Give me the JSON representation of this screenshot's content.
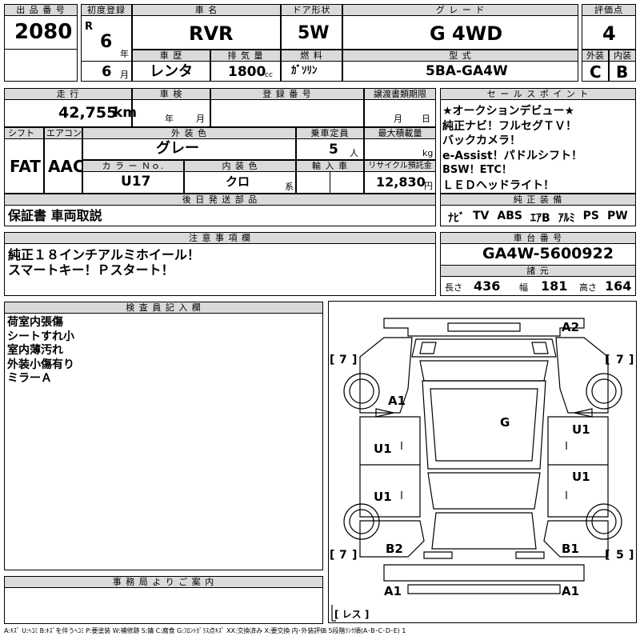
{
  "header": {
    "lot_label": "出 品 番 号",
    "lot_value": "2080",
    "first_reg_label": "初度登録",
    "era_mark": "R",
    "first_reg_year": "6",
    "year_unit": "年",
    "car_name_label": "車 名",
    "car_name": "RVR",
    "door_label": "ドア形状",
    "door_value": "5W",
    "grade_label": "グ レ ー ド",
    "grade_value": "G 4WD",
    "score_label": "評価点",
    "score_value": "4",
    "reg_month": "6",
    "month_unit": "月",
    "history_label": "車 歴",
    "history_value": "レンタ",
    "displacement_label": "排 気 量",
    "displacement_value": "1800",
    "displacement_unit": "cc",
    "fuel_label": "燃 料",
    "fuel_value": "ｶﾞｿﾘﾝ",
    "model_label": "型 式",
    "model_value": "5BA-GA4W",
    "exterior_label": "外装",
    "exterior_value": "C",
    "interior_label": "内装",
    "interior_value": "B"
  },
  "row2": {
    "mileage_label": "走 行",
    "mileage_value": "42,755",
    "mileage_unit": "km",
    "inspection_label": "車 検",
    "inspection_year_unit": "年",
    "inspection_month_unit": "月",
    "plate_label": "登 録 番 号",
    "transfer_label": "譲渡書類期限",
    "transfer_month_unit": "月",
    "transfer_day_unit": "日",
    "shift_label": "シフト",
    "shift_value": "FAT",
    "ac_label": "エアコン",
    "ac_value": "AAC",
    "color_label": "外 装 色",
    "color_value": "グレー",
    "capacity_label": "乗車定員",
    "capacity_value": "5",
    "capacity_unit": "人",
    "load_label": "最大積載量",
    "load_unit": "kg",
    "color_no_label": "カ ラ ー Ｎｏ.",
    "color_no_value": "U17",
    "int_color_label": "内 装 色",
    "int_color_value": "クロ",
    "int_color_unit": "系",
    "import_label": "輸 入 車",
    "recycle_label": "リサイクル預託金",
    "recycle_value": "12,830",
    "recycle_unit": "円",
    "later_label": "後 日 発 送 部 品",
    "later_value": "保証書 車両取説"
  },
  "sales_points": {
    "label": "セ ー ル ス ポ イ ン ト",
    "lines": [
      "★オークションデビュー★",
      "純正ナビ！フルセグＴＶ！",
      "バックカメラ！",
      "e-Assist！パドルシフト！",
      "BSW！ETC！",
      "ＬＥＤヘッドライト！"
    ]
  },
  "equipment": {
    "label": "純 正 装 備",
    "items": [
      "ﾅﾋﾞ",
      "TV",
      "ABS",
      "ｴｱB",
      "ｱﾙﾐ",
      "PS",
      "PW"
    ]
  },
  "notes": {
    "label": "注 意 事 項 欄",
    "lines": [
      "純正１８インチアルミホイール！",
      "スマートキー！Ｐスタート！"
    ]
  },
  "chassis": {
    "label": "車 台 番 号",
    "value": "GA4W-5600922",
    "specs_label": "諸 元",
    "length_label": "長さ",
    "length_value": "436",
    "width_label": "幅",
    "width_value": "181",
    "height_label": "高さ",
    "height_value": "164"
  },
  "inspector": {
    "label": "検 査 員 記 入 欄",
    "lines": [
      "荷室内張傷",
      "シートすれ小",
      "室内薄汚れ",
      "外装小傷有り",
      "ミラーＡ"
    ]
  },
  "office": {
    "label": "事 務 局 よ り ご 案 内"
  },
  "diagram": {
    "marks": {
      "a2_top": "A2",
      "a1_left": "A1",
      "g": "G",
      "u1_left_top": "U1",
      "u1_left_bottom": "U1",
      "u1_right_top": "U1",
      "u1_right_bottom": "U1",
      "b2": "B2",
      "b1": "B1",
      "a1_bottom_left": "A1",
      "a1_bottom_right": "A1"
    },
    "tires": {
      "front_left": "7",
      "front_right": "7",
      "rear_left": "7",
      "rear_right": "5"
    },
    "bracket_open": "[",
    "bracket_close": "]",
    "spare_label": "[ レス ]"
  },
  "legend": "A:ｷｽﾞ U:ﾍｺﾐ B:ｷｽﾞを伴うﾍｺﾐ P:要塗装 W:補修跡 S:錆 C:腐食 G:ﾌﾛﾝﾄｶﾞﾗｽ点ｷｽﾞ XX:交換済み X:要交換 内･外装評価 5段階ﾗﾝｸ順(A･B･C･D･E) 1"
}
